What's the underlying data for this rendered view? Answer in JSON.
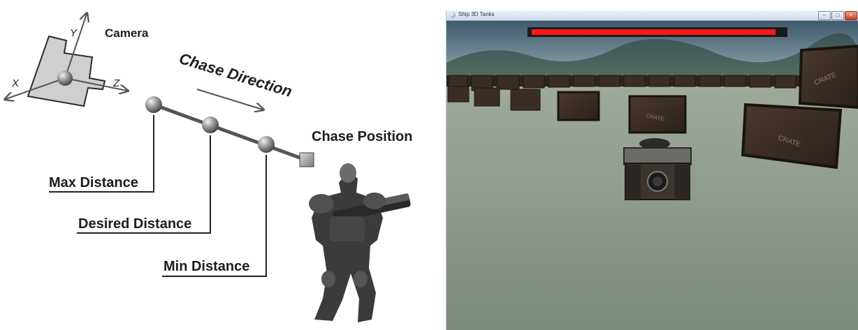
{
  "diagram": {
    "axes": {
      "x": "X",
      "y": "Y",
      "z": "Z"
    },
    "camera_label": "Camera",
    "chase_direction_label": "Chase Direction",
    "chase_position_label": "Chase Position",
    "max_distance_label": "Max Distance",
    "desired_distance_label": "Desired Distance",
    "min_distance_label": "Min Distance",
    "icons": {
      "camera": "camera-box-icon",
      "arrow": "arrow-icon",
      "soldier": "soldier-figure"
    }
  },
  "game_window": {
    "title": "Ship 3D Tanks",
    "buttons": {
      "minimize": "–",
      "maximize": "□",
      "close": "×"
    },
    "health": 0.97,
    "colors": {
      "health": "#ff1a1a",
      "ground": "#7f8d7e",
      "sky": "#4f6878"
    },
    "crate_label": "CRATE"
  }
}
